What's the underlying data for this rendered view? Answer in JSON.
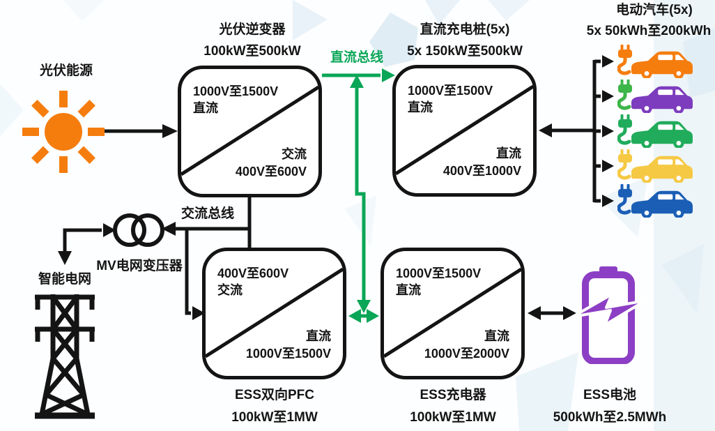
{
  "colors": {
    "connector": "#141414",
    "box_border": "#141414",
    "background_tint": "#E3EEF7"
  },
  "solar": {
    "label": "光伏能源",
    "color": "#F57D0E"
  },
  "pv_inverter": {
    "title": "光伏逆变器",
    "rating": "100kW至500kW",
    "top_left_line1": "1000V至1500V",
    "top_left_line2": "直流",
    "bottom_right_line1": "交流",
    "bottom_right_line2": "400V至600V"
  },
  "dc_charger": {
    "title": "直流充电桩(5x)",
    "rating": "5x 150kW至500kW",
    "top_left_line1": "1000V至1500V",
    "top_left_line2": "直流",
    "bottom_right_line1": "直流",
    "bottom_right_line2": "400V至1000V"
  },
  "ess_pfc": {
    "title": "ESS双向PFC",
    "rating": "100kW至1MW",
    "top_left_line1": "400V至600V",
    "top_left_line2": "交流",
    "bottom_right_line1": "直流",
    "bottom_right_line2": "1000V至1500V"
  },
  "ess_charger": {
    "title": "ESS充电器",
    "rating": "100kW至1MW",
    "top_left_line1": "1000V至1500V",
    "top_left_line2": "直流",
    "bottom_right_line1": "直流",
    "bottom_right_line2": "1000V至2000V"
  },
  "ev": {
    "title": "电动汽车(5x)",
    "rating": "5x 50kWh至200kWh",
    "cars": [
      {
        "name": "ev-orange",
        "body": "#F57D0E",
        "plug": "#F57D0E"
      },
      {
        "name": "ev-purple",
        "body": "#7D3CBD",
        "plug": "#3CB549"
      },
      {
        "name": "ev-green",
        "body": "#21AC5C",
        "plug": "#21AC5C"
      },
      {
        "name": "ev-yellow",
        "body": "#F6C945",
        "plug": "#F6C945"
      },
      {
        "name": "ev-blue",
        "body": "#1B5EB5",
        "plug": "#1B5EB5"
      }
    ]
  },
  "battery": {
    "title": "ESS电池",
    "rating": "500kWh至2.5MWh",
    "color": "#8C3FC4"
  },
  "transformer": {
    "label": "MV电网变压器"
  },
  "grid": {
    "label": "智能电网"
  },
  "dc_bus": {
    "label": "直流总线",
    "color": "#0AA657"
  },
  "ac_bus": {
    "label": "交流总线"
  }
}
